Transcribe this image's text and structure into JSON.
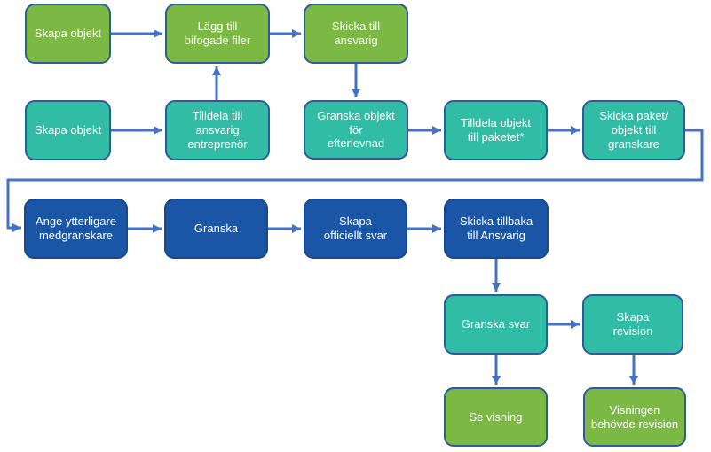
{
  "diagram": {
    "type": "flowchart",
    "language": "sv",
    "colors": {
      "green_fill": "#7cb844",
      "teal_fill": "#30bca5",
      "blue_fill": "#1b55a6",
      "box_border": "#2d5b9d",
      "arrow": "#4472c4",
      "text": "#ffffff",
      "background": "#ffffff"
    }
  },
  "nodes": [
    {
      "id": "skapa-objekt-1",
      "color": "green",
      "label": "Skapa objekt"
    },
    {
      "id": "lagg-till-bifogade-filer",
      "color": "green",
      "label": "Lägg till\nbifogade filer"
    },
    {
      "id": "skicka-till-ansvarig",
      "color": "green",
      "label": "Skicka till\nansvarig"
    },
    {
      "id": "skapa-objekt-2",
      "color": "teal",
      "label": "Skapa objekt"
    },
    {
      "id": "tilldela-till-ansvarig-entreprenor",
      "color": "teal",
      "label": "Tilldela till\nansvarig\nentreprenör"
    },
    {
      "id": "granska-objekt-for-efterlevnad",
      "color": "teal",
      "label": "Granska objekt\nför\nefterlevnad"
    },
    {
      "id": "tilldela-objekt-till-paketet",
      "color": "teal",
      "label": "Tilldela objekt\ntill paketet*"
    },
    {
      "id": "skicka-paket-objekt-till-granskare",
      "color": "teal",
      "label": "Skicka paket/\nobjekt till\ngranskare"
    },
    {
      "id": "ange-ytterligare-medgranskare",
      "color": "blue",
      "label": "Ange ytterligare\nmedgranskare"
    },
    {
      "id": "granska",
      "color": "blue",
      "label": "Granska"
    },
    {
      "id": "skapa-officiellt-svar",
      "color": "blue",
      "label": "Skapa\nofficiellt svar"
    },
    {
      "id": "skicka-tillbaka-till-ansvarig",
      "color": "blue",
      "label": "Skicka tillbaka\ntill Ansvarig"
    },
    {
      "id": "granska-svar",
      "color": "teal",
      "label": "Granska svar"
    },
    {
      "id": "skapa-revision",
      "color": "teal",
      "label": "Skapa\nrevision"
    },
    {
      "id": "se-visning",
      "color": "green",
      "label": "Se visning"
    },
    {
      "id": "visningen-behovde-revision",
      "color": "green",
      "label": "Visningen\nbehövde revision"
    }
  ],
  "edges": [
    {
      "from": "skapa-objekt-1",
      "to": "lagg-till-bifogade-filer"
    },
    {
      "from": "lagg-till-bifogade-filer",
      "to": "skicka-till-ansvarig"
    },
    {
      "from": "skicka-till-ansvarig",
      "to": "granska-objekt-for-efterlevnad"
    },
    {
      "from": "skapa-objekt-2",
      "to": "tilldela-till-ansvarig-entreprenor"
    },
    {
      "from": "tilldela-till-ansvarig-entreprenor",
      "to": "lagg-till-bifogade-filer"
    },
    {
      "from": "granska-objekt-for-efterlevnad",
      "to": "tilldela-objekt-till-paketet"
    },
    {
      "from": "tilldela-objekt-till-paketet",
      "to": "skicka-paket-objekt-till-granskare"
    },
    {
      "from": "skicka-paket-objekt-till-granskare",
      "to": "ange-ytterligare-medgranskare"
    },
    {
      "from": "ange-ytterligare-medgranskare",
      "to": "granska"
    },
    {
      "from": "granska",
      "to": "skapa-officiellt-svar"
    },
    {
      "from": "skapa-officiellt-svar",
      "to": "skicka-tillbaka-till-ansvarig"
    },
    {
      "from": "skicka-tillbaka-till-ansvarig",
      "to": "granska-svar"
    },
    {
      "from": "granska-svar",
      "to": "skapa-revision"
    },
    {
      "from": "granska-svar",
      "to": "se-visning"
    },
    {
      "from": "skapa-revision",
      "to": "visningen-behovde-revision"
    }
  ]
}
